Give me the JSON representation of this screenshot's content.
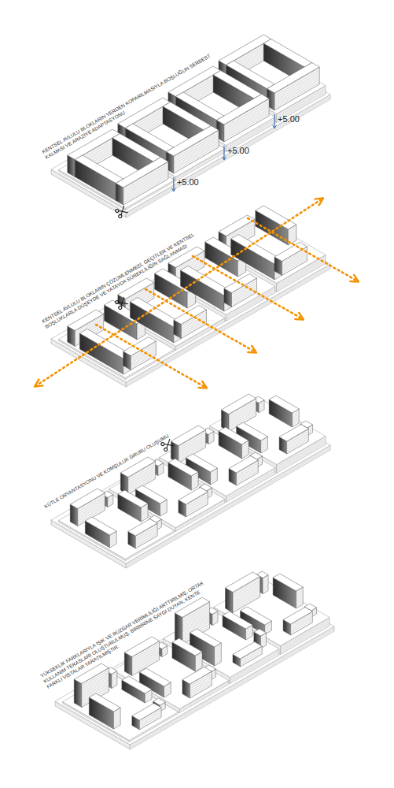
{
  "diagram": {
    "labels": [
      "KENTSEL AVLULU BLOKLARIN YERDEN KOPARILMASIYLA BOŞLUĞUN SERBEST KALMASI VE ARAZİYE ADAPTASYONU",
      "+5.00",
      "+5.00",
      "+5.00",
      "KENTSEL AVLULU BLOKLARIN ÇÖZÜMLENMESİ, GEÇİTLER VE KENTSEL BOŞLUKLARLA DÜŞEYDE VE YATAYDA SÜREKLİLİĞİN SAĞLANMASI",
      "KÜTLE ORYANTASYONU VE KOMŞULUK GRUBU OLUŞUMU",
      "YÜKSEKLİK FARKLARIYLA IŞIK VE RÜZGAR VERİMLİLİĞİ ARTTIRILMIŞ, ORTAK KULLANIM TERASLARI OLUŞTURULMUŞ, BİRBİRİNE SAYGI DUYAN, KENTE FARKLI VİSTALAR YARATILMIŞTIR."
    ]
  }
}
